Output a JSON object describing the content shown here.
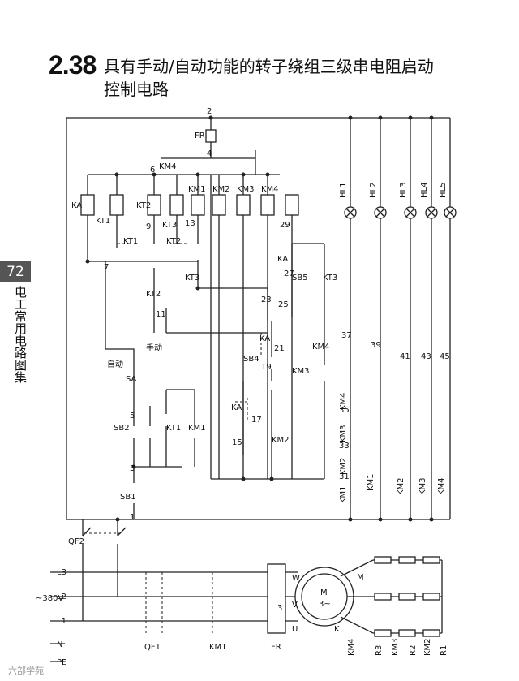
{
  "header": {
    "page_number": "2.38",
    "title_line1": "具有手动/自动功能的转子绕组三级串电阻启动",
    "title_line2": "控制电路"
  },
  "side": {
    "page": "72",
    "book_title": "电工常用电路图集"
  },
  "watermark": "六部学苑",
  "diagram": {
    "control_labels": {
      "fr": "FR",
      "km4_top": "KM4",
      "ka": "KA",
      "kt1": "KT1",
      "kt2": "KT2",
      "kt3": "KT3",
      "km1": "KM1",
      "km2": "KM2",
      "km3": "KM3",
      "km4": "KM4",
      "kt1_contact": "KT1",
      "kt2_contact": "KT2",
      "kt3_contact": "KT3",
      "kt2_b": "KT2",
      "ka_27": "KA",
      "sb5": "SB5",
      "kt3_r": "KT3",
      "sb4": "SB4",
      "ka_21": "KA",
      "km3_c": "KM3",
      "km4_c": "KM4",
      "ka_17": "KA",
      "km2_c": "KM2",
      "sa": "SA",
      "auto": "自动",
      "manual": "手动",
      "sb2": "SB2",
      "kt_c": "KT1",
      "km1_c": "KM1",
      "sb1": "SB1",
      "qf2": "QF2"
    },
    "node_numbers": [
      "2",
      "4",
      "6",
      "7",
      "9",
      "11",
      "13",
      "15",
      "17",
      "19",
      "21",
      "23",
      "25",
      "27",
      "29",
      "3",
      "5",
      "1",
      "37",
      "39",
      "41",
      "43",
      "45",
      "31",
      "33",
      "35"
    ],
    "lamp_labels": [
      "HL1",
      "HL2",
      "HL3",
      "HL4",
      "HL5"
    ],
    "lamp_contacts": [
      "KM1",
      "KM2",
      "KM3",
      "KM4"
    ],
    "lamp_series_labels": [
      "KM1",
      "KM2",
      "KM3",
      "KM4"
    ],
    "power_labels": {
      "l3": "L3",
      "l2": "L2",
      "l1": "L1",
      "n": "N",
      "pe": "PE",
      "voltage": "~380V",
      "qf1": "QF1",
      "km1": "KM1",
      "fr": "FR",
      "motor_m": "M",
      "motor_3": "3~",
      "u": "U",
      "v": "V",
      "w": "W",
      "k": "K",
      "l": "L",
      "m": "M",
      "fr_3": "3"
    },
    "resistor_labels": [
      "KM4",
      "R3",
      "KM3",
      "R2",
      "KM2",
      "R1"
    ]
  }
}
